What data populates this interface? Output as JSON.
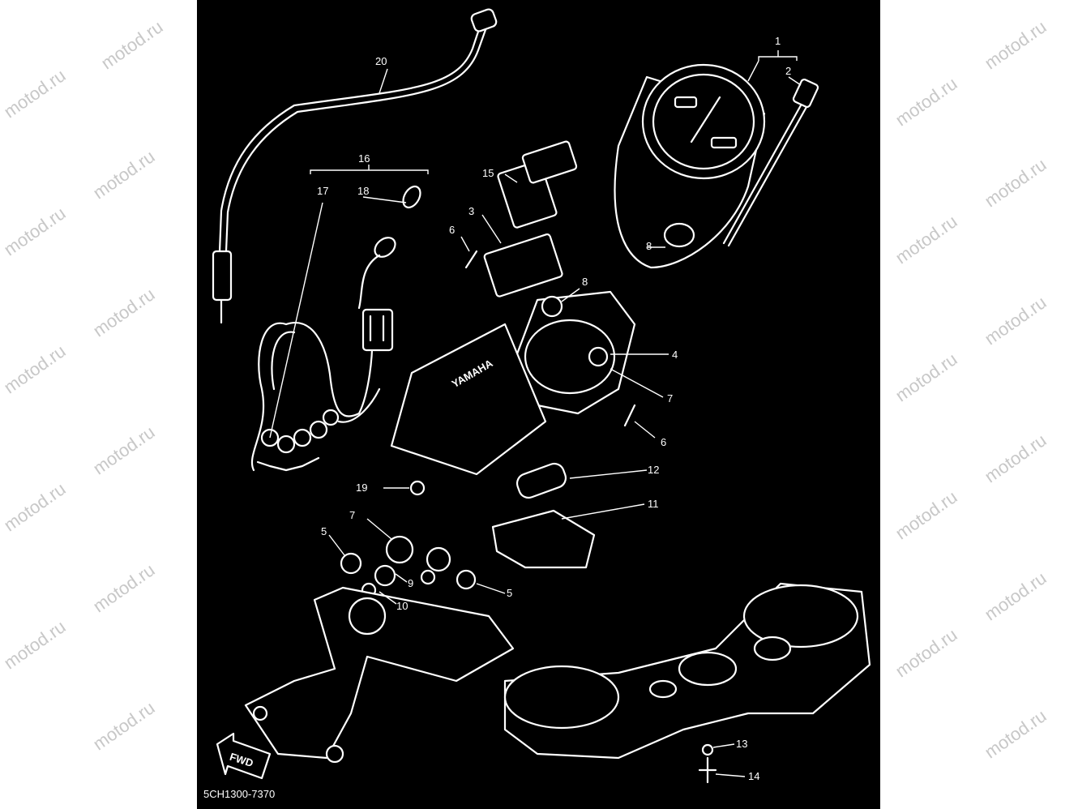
{
  "watermark": "motod.ru",
  "diagram_code": "5CH1300-7370",
  "brand_text": "YAMAHA",
  "fwd_text": "FWD",
  "callouts": {
    "c1": "1",
    "c2": "2",
    "c3": "3",
    "c4": "4",
    "c5a": "5",
    "c5b": "5",
    "c6a": "6",
    "c6b": "6",
    "c7a": "7",
    "c7b": "7",
    "c8a": "8",
    "c8b": "8",
    "c9": "9",
    "c10": "10",
    "c11": "11",
    "c12": "12",
    "c13": "13",
    "c14": "14",
    "c15": "15",
    "c16": "16",
    "c17": "17",
    "c18": "18",
    "c19": "19",
    "c20": "20"
  },
  "colors": {
    "panel": "#000000",
    "linework": "#ffffff",
    "watermark": "#c8c8c8"
  }
}
